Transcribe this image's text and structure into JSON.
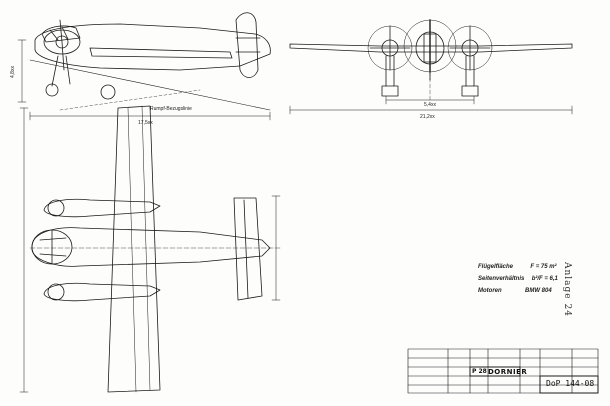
{
  "title_block": {
    "company": "DORNIER",
    "drawing_number": "DoP 144-08",
    "sheet_ref": "P 28"
  },
  "specs": [
    {
      "label": "Flügelfläche",
      "value": "F = 75 m²"
    },
    {
      "label": "Seitenverhältnis",
      "value": "b²/F = 6,1"
    },
    {
      "label": "Motoren",
      "value": "BMW 804"
    }
  ],
  "annex_label": "Anlage 24",
  "dimensions": {
    "side_length": "17,5xx",
    "side_height": "4,8xx",
    "front_track": "5,4xx",
    "front_span": "21,2xx"
  },
  "side_note": "Rumpf-Bezugslinie"
}
